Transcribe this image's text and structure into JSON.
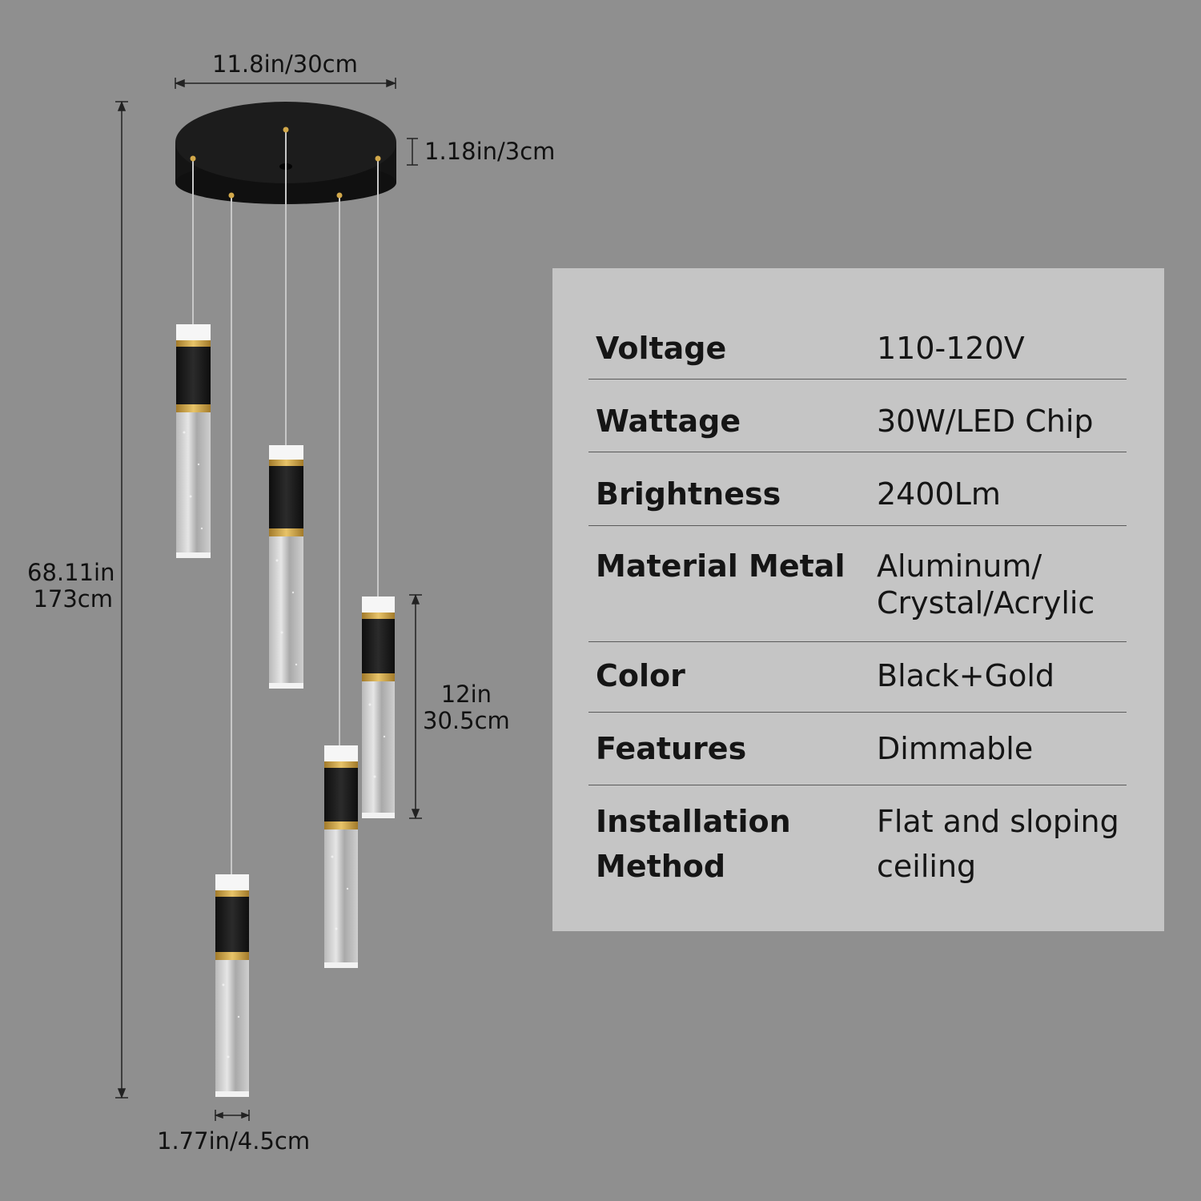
{
  "dimensions": {
    "canopy_diameter": "11.8in/30cm",
    "canopy_height": "1.18in/3cm",
    "total_height_in": "68.11in",
    "total_height_cm": "173cm",
    "pendant_length_in": "12in",
    "pendant_length_cm": "30.5cm",
    "pendant_diameter": "1.77in/4.5cm"
  },
  "specs": [
    {
      "label": "Voltage",
      "value": "110-120V"
    },
    {
      "label": "Wattage",
      "value": "30W/LED Chip"
    },
    {
      "label": "Brightness",
      "value": "2400Lm"
    },
    {
      "label": "Material Metal",
      "value_lines": [
        "Aluminum/",
        "Crystal/Acrylic"
      ]
    },
    {
      "label": "Color",
      "value": "Black+Gold"
    },
    {
      "label": "Features",
      "value": "Dimmable"
    },
    {
      "label_lines": [
        "Installation",
        "Method"
      ],
      "value_lines": [
        "Flat and sloping",
        "ceiling"
      ]
    }
  ],
  "colors": {
    "background": "#8f8f8f",
    "panel": "#c5c5c5",
    "fixture_black": "#151515",
    "gold": "#c9a040"
  }
}
